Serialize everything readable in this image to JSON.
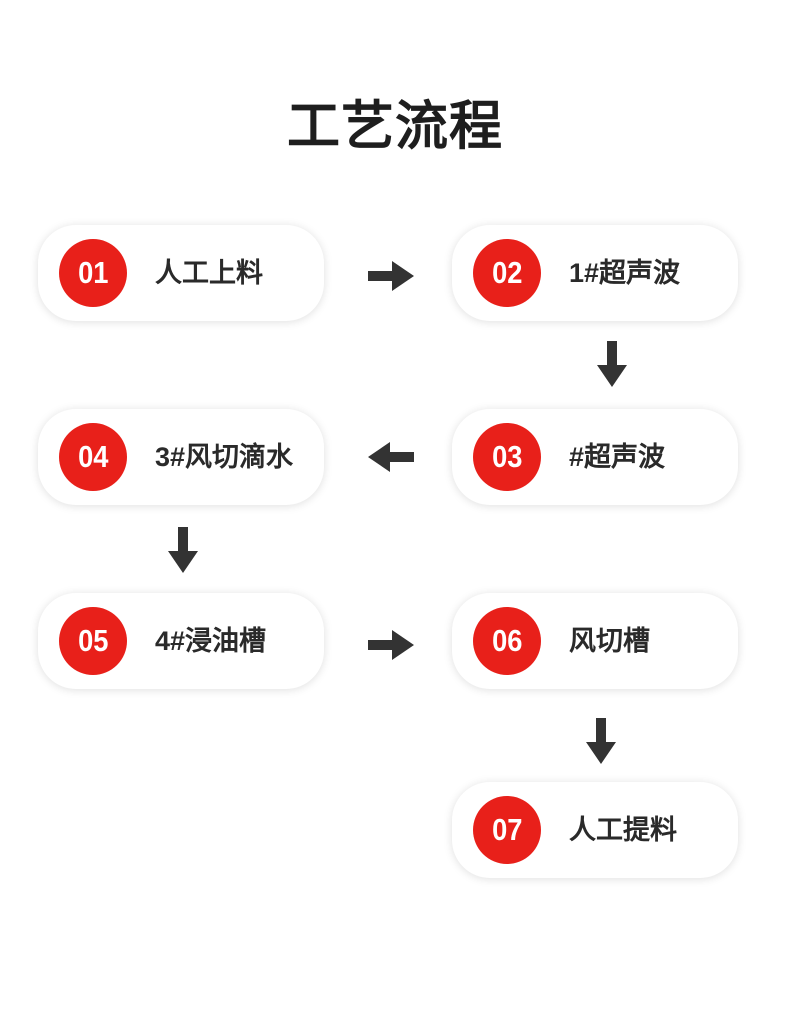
{
  "title": "工艺流程",
  "colors": {
    "accent": "#e8201a",
    "text": "#2a2a2a",
    "arrow": "#333333"
  },
  "steps": [
    {
      "number": "01",
      "label": "人工上料"
    },
    {
      "number": "02",
      "label": "1#超声波"
    },
    {
      "number": "03",
      "label": "#超声波"
    },
    {
      "number": "04",
      "label": "3#风切滴水"
    },
    {
      "number": "05",
      "label": "4#浸油槽"
    },
    {
      "number": "06",
      "label": "风切槽"
    },
    {
      "number": "07",
      "label": "人工提料"
    }
  ],
  "connectors": [
    {
      "from": "01",
      "to": "02",
      "icon": "arrow-right-icon"
    },
    {
      "from": "02",
      "to": "03",
      "icon": "arrow-down-icon"
    },
    {
      "from": "03",
      "to": "04",
      "icon": "arrow-left-icon"
    },
    {
      "from": "04",
      "to": "05",
      "icon": "arrow-down-icon"
    },
    {
      "from": "05",
      "to": "06",
      "icon": "arrow-right-icon"
    },
    {
      "from": "06",
      "to": "07",
      "icon": "arrow-down-icon"
    }
  ]
}
